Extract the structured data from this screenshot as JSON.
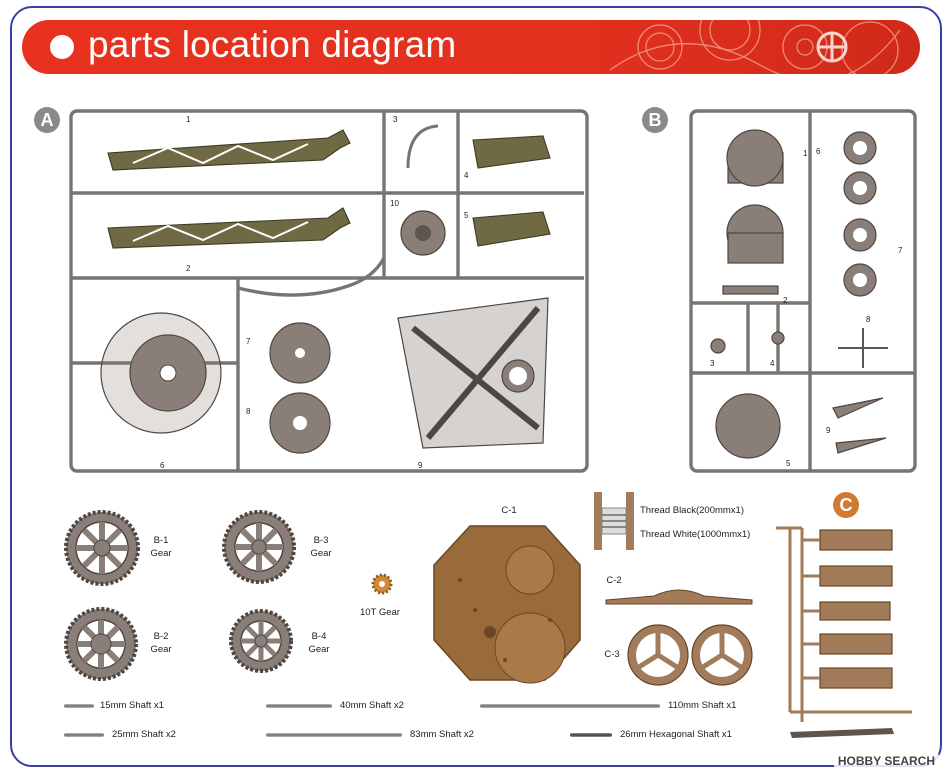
{
  "header": {
    "title": "parts location diagram"
  },
  "sections": {
    "a": "A",
    "b": "B",
    "c": "C"
  },
  "sprue_a_numbers": [
    "1",
    "2",
    "3",
    "4",
    "5",
    "6",
    "7",
    "8",
    "9",
    "10"
  ],
  "sprue_b_numbers": [
    "1",
    "2",
    "3",
    "4",
    "5",
    "6",
    "7",
    "8",
    "9"
  ],
  "gears": [
    {
      "code": "B-1",
      "name": "Gear"
    },
    {
      "code": "B-2",
      "name": "Gear"
    },
    {
      "code": "B-3",
      "name": "Gear"
    },
    {
      "code": "B-4",
      "name": "Gear"
    }
  ],
  "small_gear": "10T Gear",
  "plates": {
    "c1": "C-1",
    "c2": "C-2",
    "c3": "C-3"
  },
  "threads": [
    "Thread Black(200mmx1)",
    "Thread White(1000mmx1)"
  ],
  "shafts": [
    "15mm Shaft x1",
    "25mm Shaft x2",
    "40mm Shaft x2",
    "83mm Shaft x2",
    "110mm Shaft x1",
    "26mm Hexagonal Shaft x1"
  ],
  "watermark": "HOBBY SEARCH"
}
